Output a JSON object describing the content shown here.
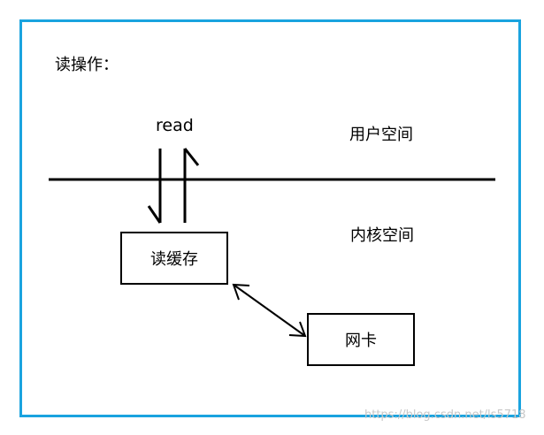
{
  "diagram": {
    "title": "读操作：",
    "read_label": "read",
    "user_space_label": "用户空间",
    "kernel_space_label": "内核空间",
    "cache_box_label": "读缓存",
    "nic_box_label": "网卡",
    "frame_color": "#1aa3df",
    "line_color": "#000000"
  },
  "watermark": "https://blog.csdn.net/ls5718"
}
